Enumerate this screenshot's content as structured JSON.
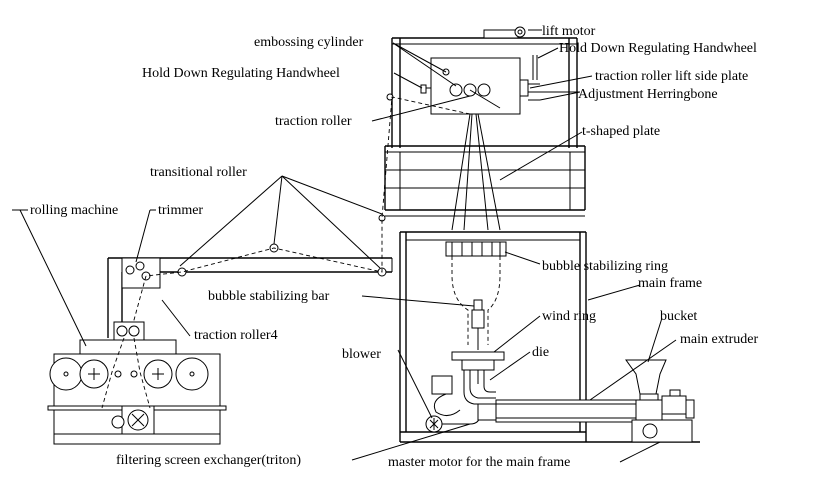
{
  "labels": {
    "lift_motor": "lift motor",
    "embossing_cylinder": "embossing cylinder",
    "hold_down_right": "Hold Down Regulating Handwheel",
    "hold_down_left": "Hold Down Regulating Handwheel",
    "lift_side_plate": "traction roller lift side plate",
    "herringbone": "Adjustment Herringbone",
    "traction_roller": "traction roller",
    "t_plate": "t-shaped plate",
    "transitional_roller": "transitional roller",
    "rolling_machine": "rolling machine",
    "trimmer": "trimmer",
    "stab_ring": "bubble stabilizing ring",
    "main_frame": "main frame",
    "stab_bar": "bubble stabilizing bar",
    "wind_ring": "wind ring",
    "bucket": "bucket",
    "traction_roller4": "traction roller4",
    "main_extruder": "main extruder",
    "blower": "blower",
    "die": "die",
    "filter_exchanger": "filtering screen exchanger(triton)",
    "master_motor": "master motor for the main frame"
  },
  "colors": {
    "line": "#000000",
    "background": "#ffffff"
  }
}
